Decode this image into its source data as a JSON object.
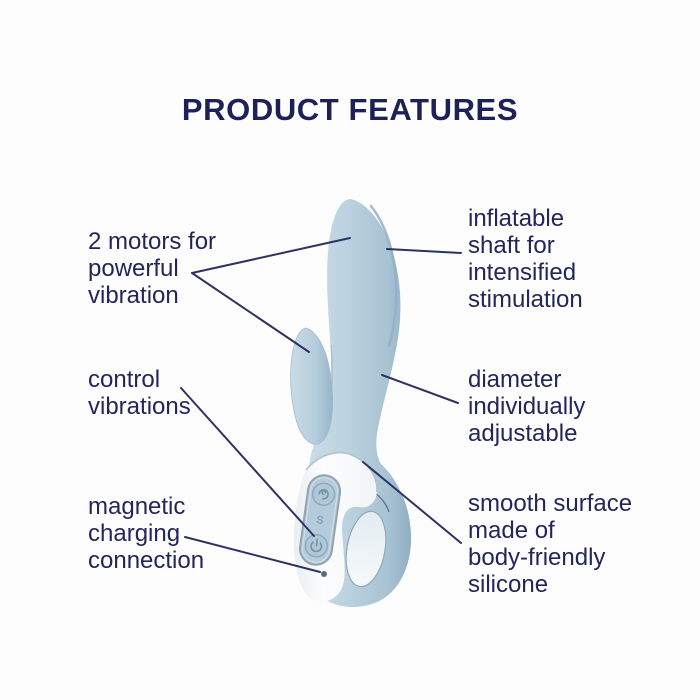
{
  "title": "PRODUCT FEATURES",
  "feature_labels": {
    "left": [
      {
        "id": "motors",
        "text": "2 motors for\npowerful\nvibration"
      },
      {
        "id": "control",
        "text": "control\nvibrations"
      },
      {
        "id": "charging",
        "text": "magnetic\ncharging\nconnection"
      }
    ],
    "right": [
      {
        "id": "inflatable",
        "text": "inflatable\nshaft for\nintensified\nstimulation"
      },
      {
        "id": "diameter",
        "text": "diameter\nindividually\nadjustable"
      },
      {
        "id": "smooth",
        "text": "smooth surface\nmade of\nbody-friendly\nsilicone"
      }
    ]
  },
  "device": {
    "name": "rabbit-style vibrator with inflatable shaft",
    "logo_text": "S",
    "buttons": [
      {
        "name": "air-pump-button",
        "icon": "wave-icon"
      },
      {
        "name": "power-button",
        "icon": "power-icon"
      }
    ]
  },
  "colors": {
    "text_navy": "#232659",
    "title_navy": "#1d2157",
    "line_navy": "#2e3263",
    "device_blue": "#bcd2e0",
    "device_blue_shadow": "#9cb8cb",
    "device_highlight": "#d5e3ec",
    "handle_white": "#f8fafc",
    "panel_blue": "#b3cbdb",
    "panel_border_silver": "#97a3ab",
    "background": "#fdfdfd"
  }
}
